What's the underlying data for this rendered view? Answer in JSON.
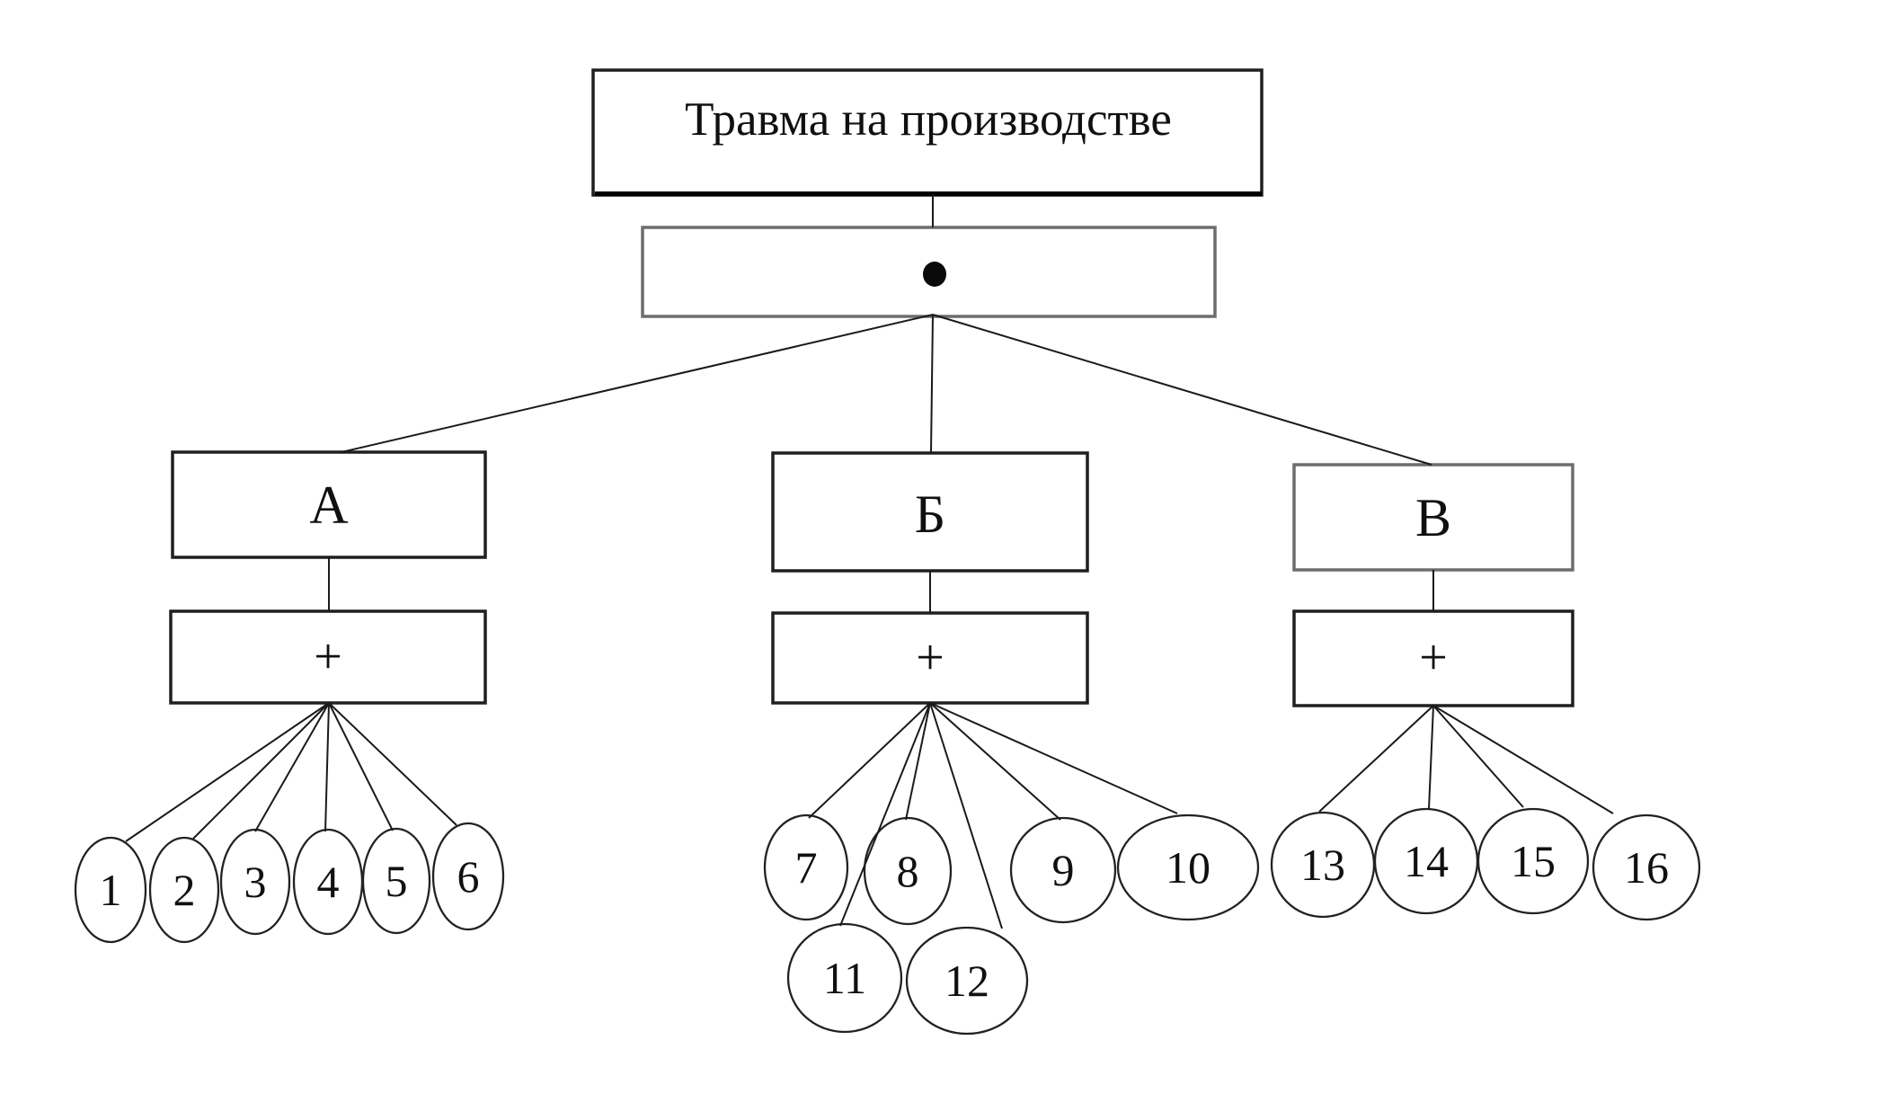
{
  "diagram": {
    "title": "Травма на производстве",
    "and_gate": {
      "symbol": "●",
      "type": "AND"
    },
    "branches": [
      {
        "label": "А",
        "gate_symbol": "+",
        "gate_type": "OR",
        "events": [
          "1",
          "2",
          "3",
          "4",
          "5",
          "6"
        ]
      },
      {
        "label": "Б",
        "gate_symbol": "+",
        "gate_type": "OR",
        "events": [
          "7",
          "8",
          "9",
          "10",
          "11",
          "12"
        ]
      },
      {
        "label": "В",
        "gate_symbol": "+",
        "gate_type": "OR",
        "events": [
          "13",
          "14",
          "15",
          "16"
        ]
      }
    ]
  },
  "colors": {
    "background": "#ffffff",
    "stroke_dark": "#1f1f1f",
    "stroke_gray": "#6d6d6d",
    "text": "#101010"
  }
}
